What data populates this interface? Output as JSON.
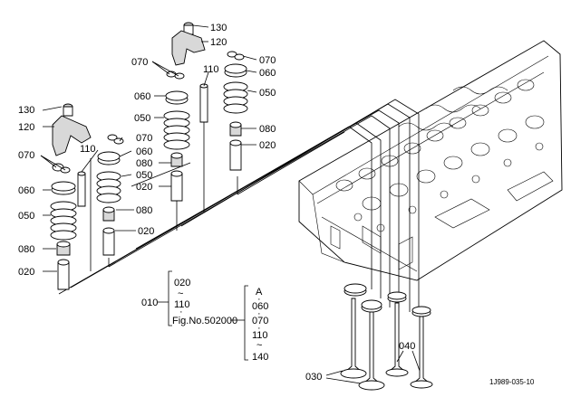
{
  "labels": {
    "l130a": "130",
    "l120a": "120",
    "l070a": "070",
    "l070b": "070",
    "l110a": "110",
    "l060a": "060",
    "l060b": "060",
    "l050a": "050",
    "l050b": "050",
    "l080a": "080",
    "l020a": "020",
    "l130b": "130",
    "l120b": "120",
    "l070c": "070",
    "l070d": "070",
    "l110b": "110",
    "l060c": "060",
    "l060d": "060",
    "l050c": "050",
    "l080b": "080",
    "l080c": "080",
    "l020b": "020",
    "l020c": "020",
    "l020d": "020",
    "l050d": "050",
    "l080d": "080",
    "l030": "030",
    "l040": "040"
  },
  "note": {
    "main": "010",
    "g1_line1": "020",
    "g1_tilde": "~",
    "g1_line2": "110",
    "g1_dot": "·",
    "g1_line3": "Fig.No.502000",
    "g2_line0": "A",
    "g2_dot0": "·",
    "g2_line1": "060",
    "g2_dot1": "·",
    "g2_line2": "070",
    "g2_dot2": "·",
    "g2_line3": "110",
    "g2_tilde": "~",
    "g2_line4": "140"
  },
  "ref_code": "1J989-035-10"
}
